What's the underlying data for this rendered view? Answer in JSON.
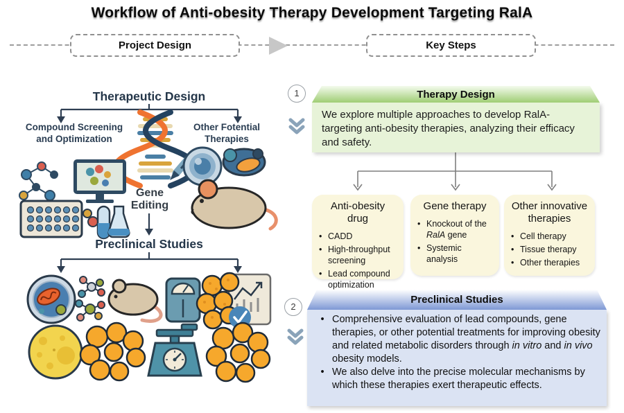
{
  "title": "Workflow of Anti-obesity Therapy Development Targeting RalA",
  "flow_header": {
    "left_label": "Project Design",
    "right_label": "Key Steps"
  },
  "left_panel": {
    "therapeutic_design_title": "Therapeutic Design",
    "compound_screening_line1": "Compound Screening",
    "compound_screening_line2": "and Optimization",
    "other_potential_line1": "Other Fotential",
    "other_potential_line2": "Therapies",
    "gene_editing_line1": "Gene",
    "gene_editing_line2": "Editing",
    "preclinical_title": "Preclinical Studies"
  },
  "step1": {
    "number": "1",
    "title": "Therapy Design",
    "body": "We explore multiple approaches to develop RalA-targeting anti-obesity therapies, analyzing their efficacy and safety."
  },
  "branch_boxes": [
    {
      "title": "Anti-obesity drug",
      "bullets": [
        "CADD",
        "High-throughput screening",
        "Lead compound optimization"
      ]
    },
    {
      "title": "Gene therapy",
      "bullet1_pre": "Knockout of the ",
      "bullet1_italic": "RalA",
      "bullet1_post": " gene",
      "bullet2": "Systemic analysis"
    },
    {
      "title": "Other innovative therapies",
      "bullets": [
        "Cell therapy",
        "Tissue therapy",
        "Other therapies"
      ]
    }
  ],
  "step2": {
    "number": "2",
    "title": "Preclinical Studies",
    "bullet1_part1": "Comprehensive evaluation of lead compounds, gene therapies, or other potential treatments for improving obesity and related metabolic disorders through ",
    "bullet1_italic1": "in vitro",
    "bullet1_part2": " and ",
    "bullet1_italic2": "in vivo",
    "bullet1_part3": " obesity models.",
    "bullet2": "We also delve into the precise molecular mechanisms by which these therapies exert therapeutic effects."
  },
  "icons": {
    "flow_arrow": "right-triangle",
    "step_marker": "double-chevron-down"
  },
  "colors": {
    "navy": "#2e3e52",
    "green_header": "#9fcd74",
    "green_body": "#e7f3d8",
    "blue_header": "#7e98d5",
    "blue_body": "#dbe3f3",
    "yellow_box": "#faf6dd",
    "fat_cell_orange": "#f6a82c",
    "connector_gray": "#7f7f7f",
    "chevron_blue": "#8aa3b9"
  }
}
